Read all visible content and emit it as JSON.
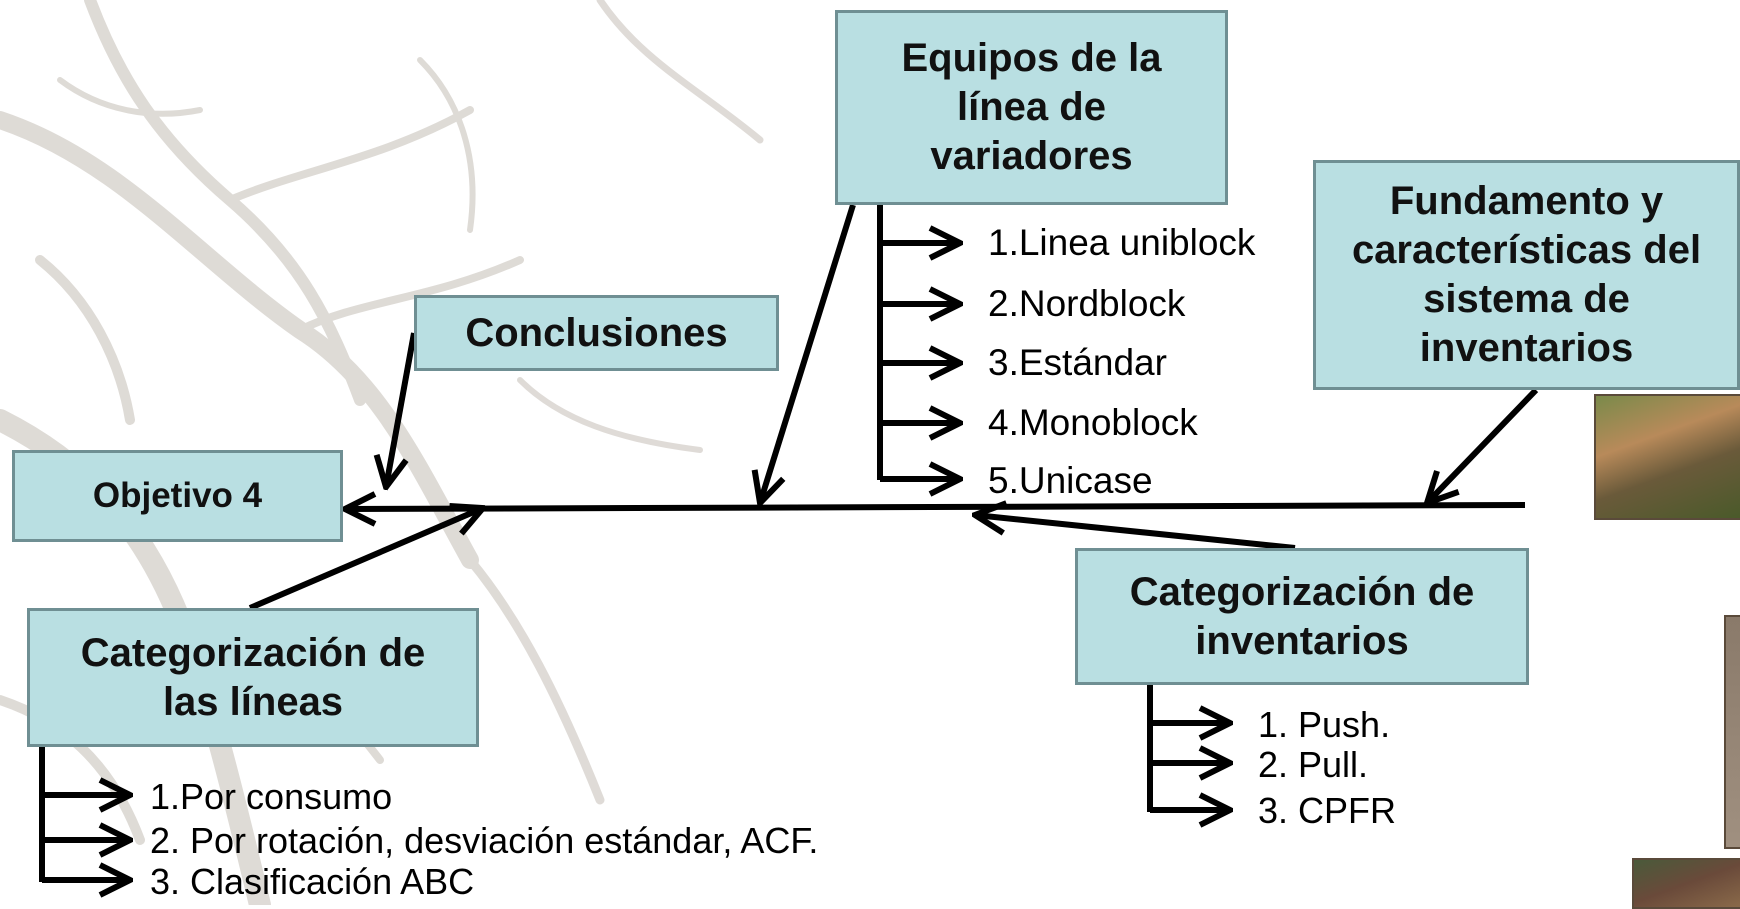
{
  "diagram": {
    "head": {
      "label": "Objetivo 4"
    },
    "branches": {
      "equipos": {
        "title": "Equipos de la línea de variadores",
        "items": [
          "1.Linea uniblock",
          "2.Nordblock",
          "3.Estándar",
          "4.Monoblock",
          "5.Unicase"
        ]
      },
      "fundamento": {
        "title": "Fundamento y características del sistema de inventarios"
      },
      "conclusiones": {
        "title": "Conclusiones"
      },
      "cat_lineas": {
        "title": "Categorización de las líneas",
        "items": [
          "1.Por consumo",
          "2. Por rotación, desviación estándar, ACF.",
          "3. Clasificación ABC"
        ]
      },
      "cat_inventarios": {
        "title": "Categorización de inventarios",
        "items": [
          "1. Push.",
          "2. Pull.",
          "3. CPFR"
        ]
      }
    }
  },
  "colors": {
    "box_fill": "#b9dfe2",
    "box_border": "#6f8f93",
    "line": "#000000",
    "background_branch": "#d8d4cf"
  }
}
